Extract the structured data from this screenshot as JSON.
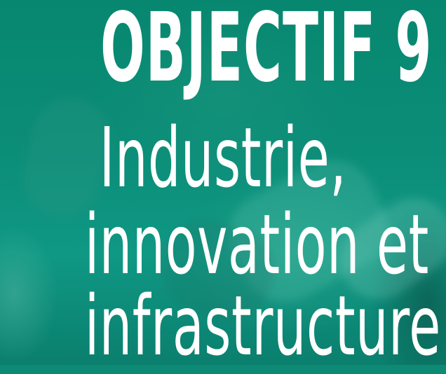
{
  "heading": {
    "goal_label": "OBJECTIF 9",
    "lines": [
      "Industrie,",
      "innovation et",
      "infrastructure"
    ]
  },
  "colors": {
    "background": "#0d8a74",
    "text": "#ffffff"
  }
}
